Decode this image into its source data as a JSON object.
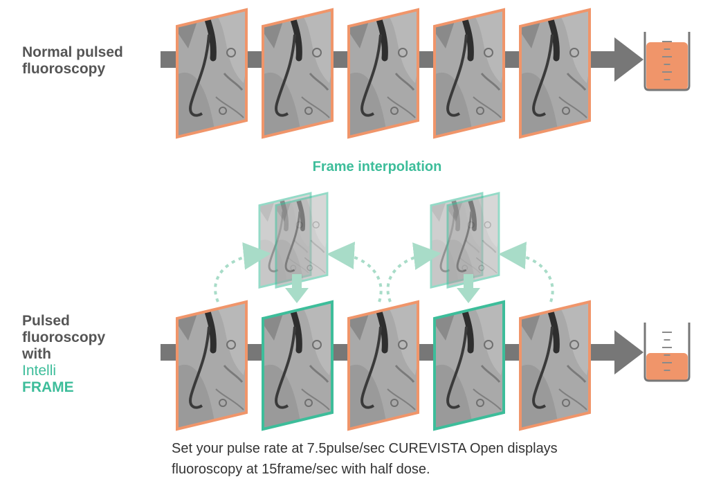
{
  "colors": {
    "normal_frame": "#f0956a",
    "interpolated_frame": "#3dbd9a",
    "arrow": "#777777",
    "beaker_fill": "#f0956a",
    "interp_arrow": "#a8dcc8"
  },
  "normal": {
    "label_line1": "Normal pulsed",
    "label_line2": "fluoroscopy",
    "beaker_level": 0.85
  },
  "intelliframe": {
    "label_line1": "Pulsed",
    "label_line2": "fluoroscopy",
    "label_line3_prefix": "with ",
    "brand_thin": "Intelli",
    "brand_bold": "FRAME",
    "beaker_level": 0.5
  },
  "interpolation": {
    "title": "Frame interpolation"
  },
  "caption": {
    "line1": "Set your pulse rate at 7.5pulse/sec CUREVISTA Open displays",
    "line2": "fluoroscopy at 15frame/sec with half dose."
  }
}
